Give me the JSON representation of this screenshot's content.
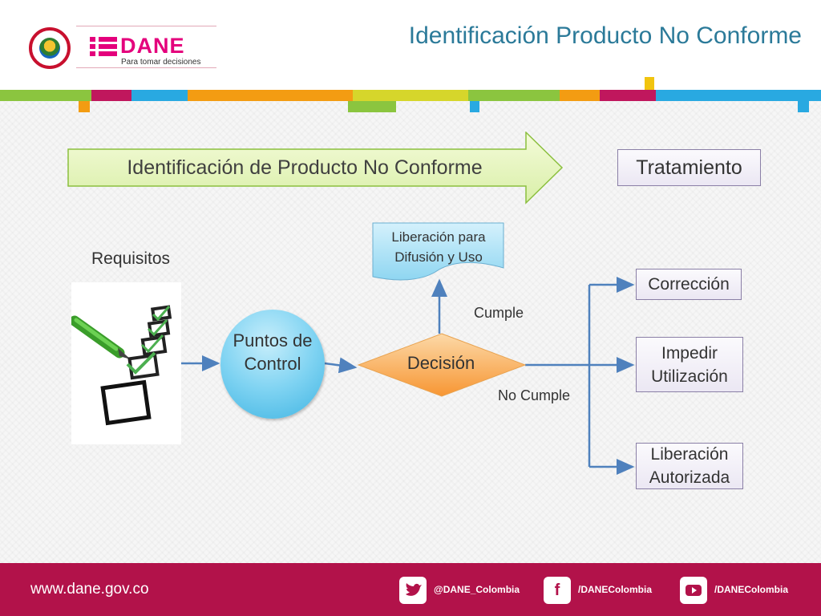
{
  "header": {
    "title": "Identificación Producto No Conforme",
    "logo_name": "DANE",
    "logo_tagline": "Para tomar decisiones",
    "seal_icon": "colombia-seal-icon",
    "brand_color": "#e4007c",
    "title_color": "#2b7a99"
  },
  "diagram": {
    "stage_arrow_label": "Identificación de Producto No Conforme",
    "stage_box_label": "Tratamiento",
    "requisitos_label": "Requisitos",
    "liberacion_difusion_label": "Liberación para Difusión y Uso",
    "checklist_icon": "checklist-icon",
    "control_points_label": "Puntos de Control",
    "decision_label": "Decisión",
    "cumple_label": "Cumple",
    "no_cumple_label": "No Cumple",
    "outcomes": [
      "Corrección",
      "Impedir Utilización",
      "Liberación Autorizada"
    ]
  },
  "footer": {
    "url": "www.dane.gov.co",
    "twitter_icon": "twitter-icon",
    "twitter_handle": "@DANE_Colombia",
    "facebook_icon": "facebook-icon",
    "facebook_handle": "/DANEColombia",
    "youtube_icon": "youtube-icon",
    "youtube_handle": "/DANEColombia",
    "bar_color": "#b2124a"
  }
}
